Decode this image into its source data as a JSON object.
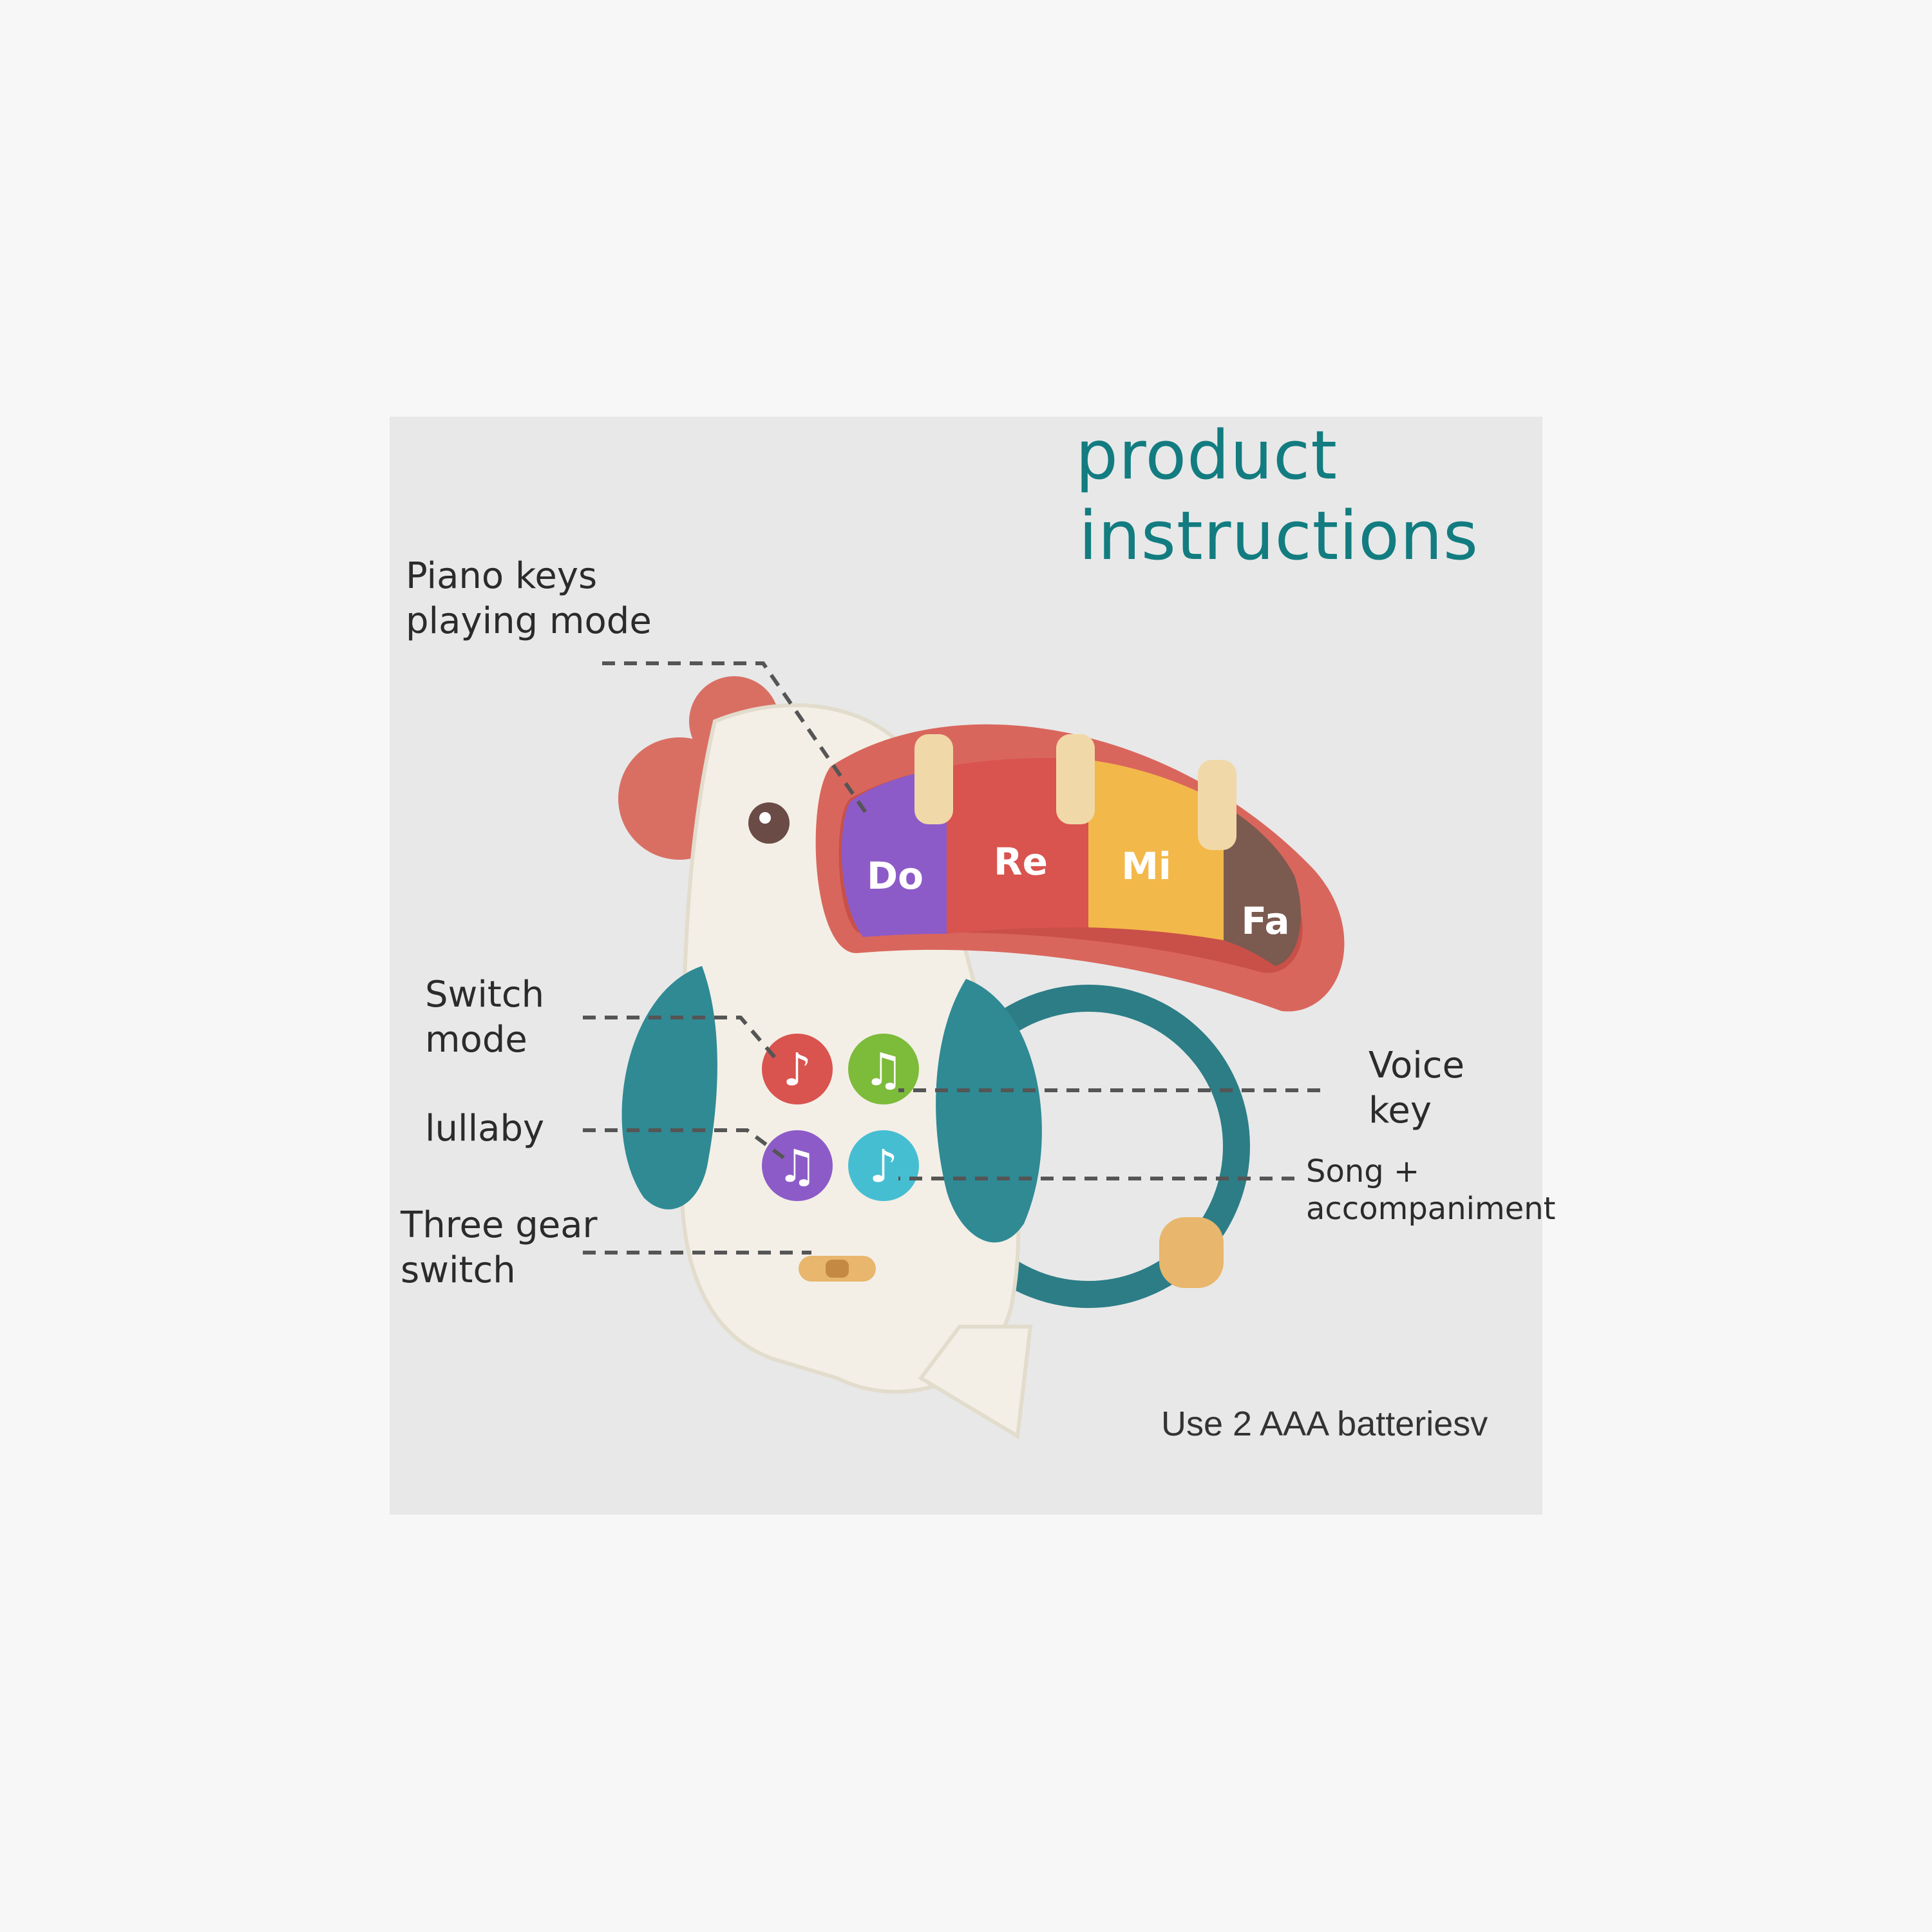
{
  "title": {
    "line1": "product",
    "line2": "instructions"
  },
  "labels": {
    "piano_keys": [
      "Piano keys",
      "playing mode"
    ],
    "switch_mode": [
      "Switch",
      "mode"
    ],
    "lullaby": "lullaby",
    "three_gear": [
      "Three gear",
      "switch"
    ],
    "voice_key": [
      "Voice",
      "key"
    ],
    "song": [
      "Song +",
      "accompaniment"
    ]
  },
  "keys": [
    "Do",
    "Re",
    "Mi",
    "Fa"
  ],
  "battery_note": "Use 2 AAA batteriesv",
  "colors": {
    "background": "#f7f7f7",
    "panel": "#e8e8e8",
    "title": "#127c80",
    "beak": "#d9665c",
    "body": "#f3efe6",
    "wings": "#2f8a94",
    "key_do": "#8d5bc8",
    "key_re": "#d9534f",
    "key_mi": "#f3b84a",
    "key_fa": "#7b5a50"
  },
  "icons": [
    "music-note-red-button",
    "music-note-green-button",
    "music-note-purple-button",
    "music-note-cyan-button"
  ]
}
